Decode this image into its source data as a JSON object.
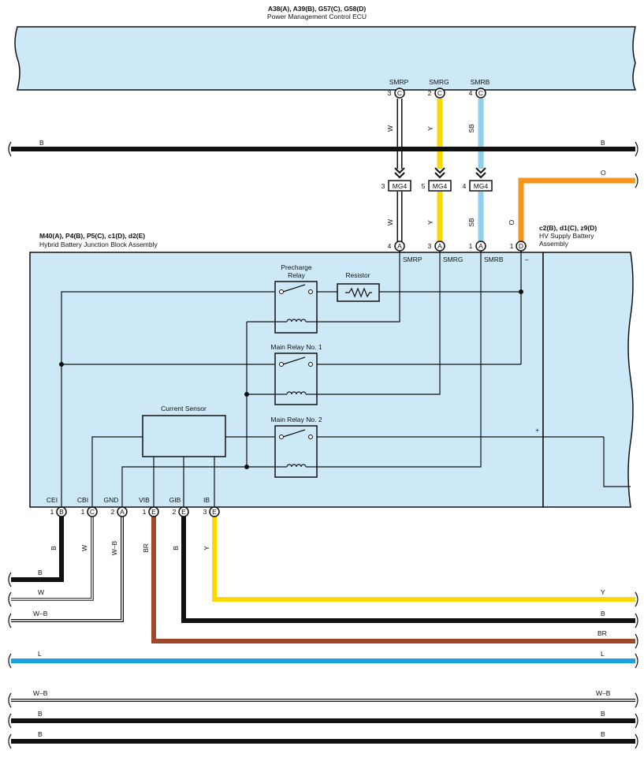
{
  "ecu": {
    "code": "A38(A), A39(B), G57(C), G58(D)",
    "name": "Power Management Control ECU",
    "terminals": [
      {
        "pin": "3",
        "conn": "C",
        "label": "SMRP",
        "wire": "W"
      },
      {
        "pin": "2",
        "conn": "C",
        "label": "SMRG",
        "wire": "Y"
      },
      {
        "pin": "4",
        "conn": "C",
        "label": "SMRB",
        "wire": "SB"
      }
    ]
  },
  "junction": {
    "code": "M40(A), P4(B), P5(C), c1(D), d2(E)",
    "name": "Hybrid Battery Junction Block Assembly",
    "top_terminals": [
      {
        "pin": "4",
        "conn": "A",
        "label": "SMRP",
        "wire": "W"
      },
      {
        "pin": "3",
        "conn": "A",
        "label": "SMRG",
        "wire": "Y"
      },
      {
        "pin": "1",
        "conn": "A",
        "label": "SMRB",
        "wire": "SB"
      },
      {
        "pin": "1",
        "conn": "D",
        "label": "–",
        "wire": "O"
      }
    ],
    "bottom_terminals": [
      {
        "pin": "1",
        "conn": "B",
        "label": "CEI",
        "wire": "B"
      },
      {
        "pin": "1",
        "conn": "C",
        "label": "CBI",
        "wire": "W"
      },
      {
        "pin": "2",
        "conn": "A",
        "label": "GND",
        "wire": "W–B"
      },
      {
        "pin": "1",
        "conn": "E",
        "label": "VIB",
        "wire": "BR"
      },
      {
        "pin": "2",
        "conn": "E",
        "label": "GIB",
        "wire": "B"
      },
      {
        "pin": "3",
        "conn": "E",
        "label": "IB",
        "wire": "Y"
      }
    ],
    "components": {
      "precharge_relay": "Precharge\nRelay",
      "resistor": "Resistor",
      "main_relay_1": "Main Relay No.  1",
      "main_relay_2": "Main Relay No.  2",
      "current_sensor": "Current Sensor"
    },
    "plus_label": "+"
  },
  "battery": {
    "code": "c2(B), d1(C), z9(D)",
    "name": "HV Supply Battery\nAssembly"
  },
  "junction_connectors": [
    {
      "pin": "3",
      "label": "MG4"
    },
    {
      "pin": "5",
      "label": "MG4"
    },
    {
      "pin": "4",
      "label": "MG4"
    }
  ],
  "bus_wires": {
    "b_upper": "B",
    "o_right": "O",
    "y_right": "Y",
    "b_right": "B",
    "br_right": "BR",
    "l": "L",
    "wb_bottom": "W–B",
    "b_bottom1": "B",
    "b_bottom2": "B",
    "b_left": "B",
    "w_left": "W",
    "wb_left": "W–B"
  },
  "colors": {
    "ecu_fill": "#cde9f7",
    "black": "#111111",
    "yellow": "#ffd800",
    "sky_blue": "#8fd0f0",
    "orange": "#f7961d",
    "brown": "#a0472a",
    "light_blue": "#1aa0e0",
    "white_wire": "#ffffff"
  }
}
